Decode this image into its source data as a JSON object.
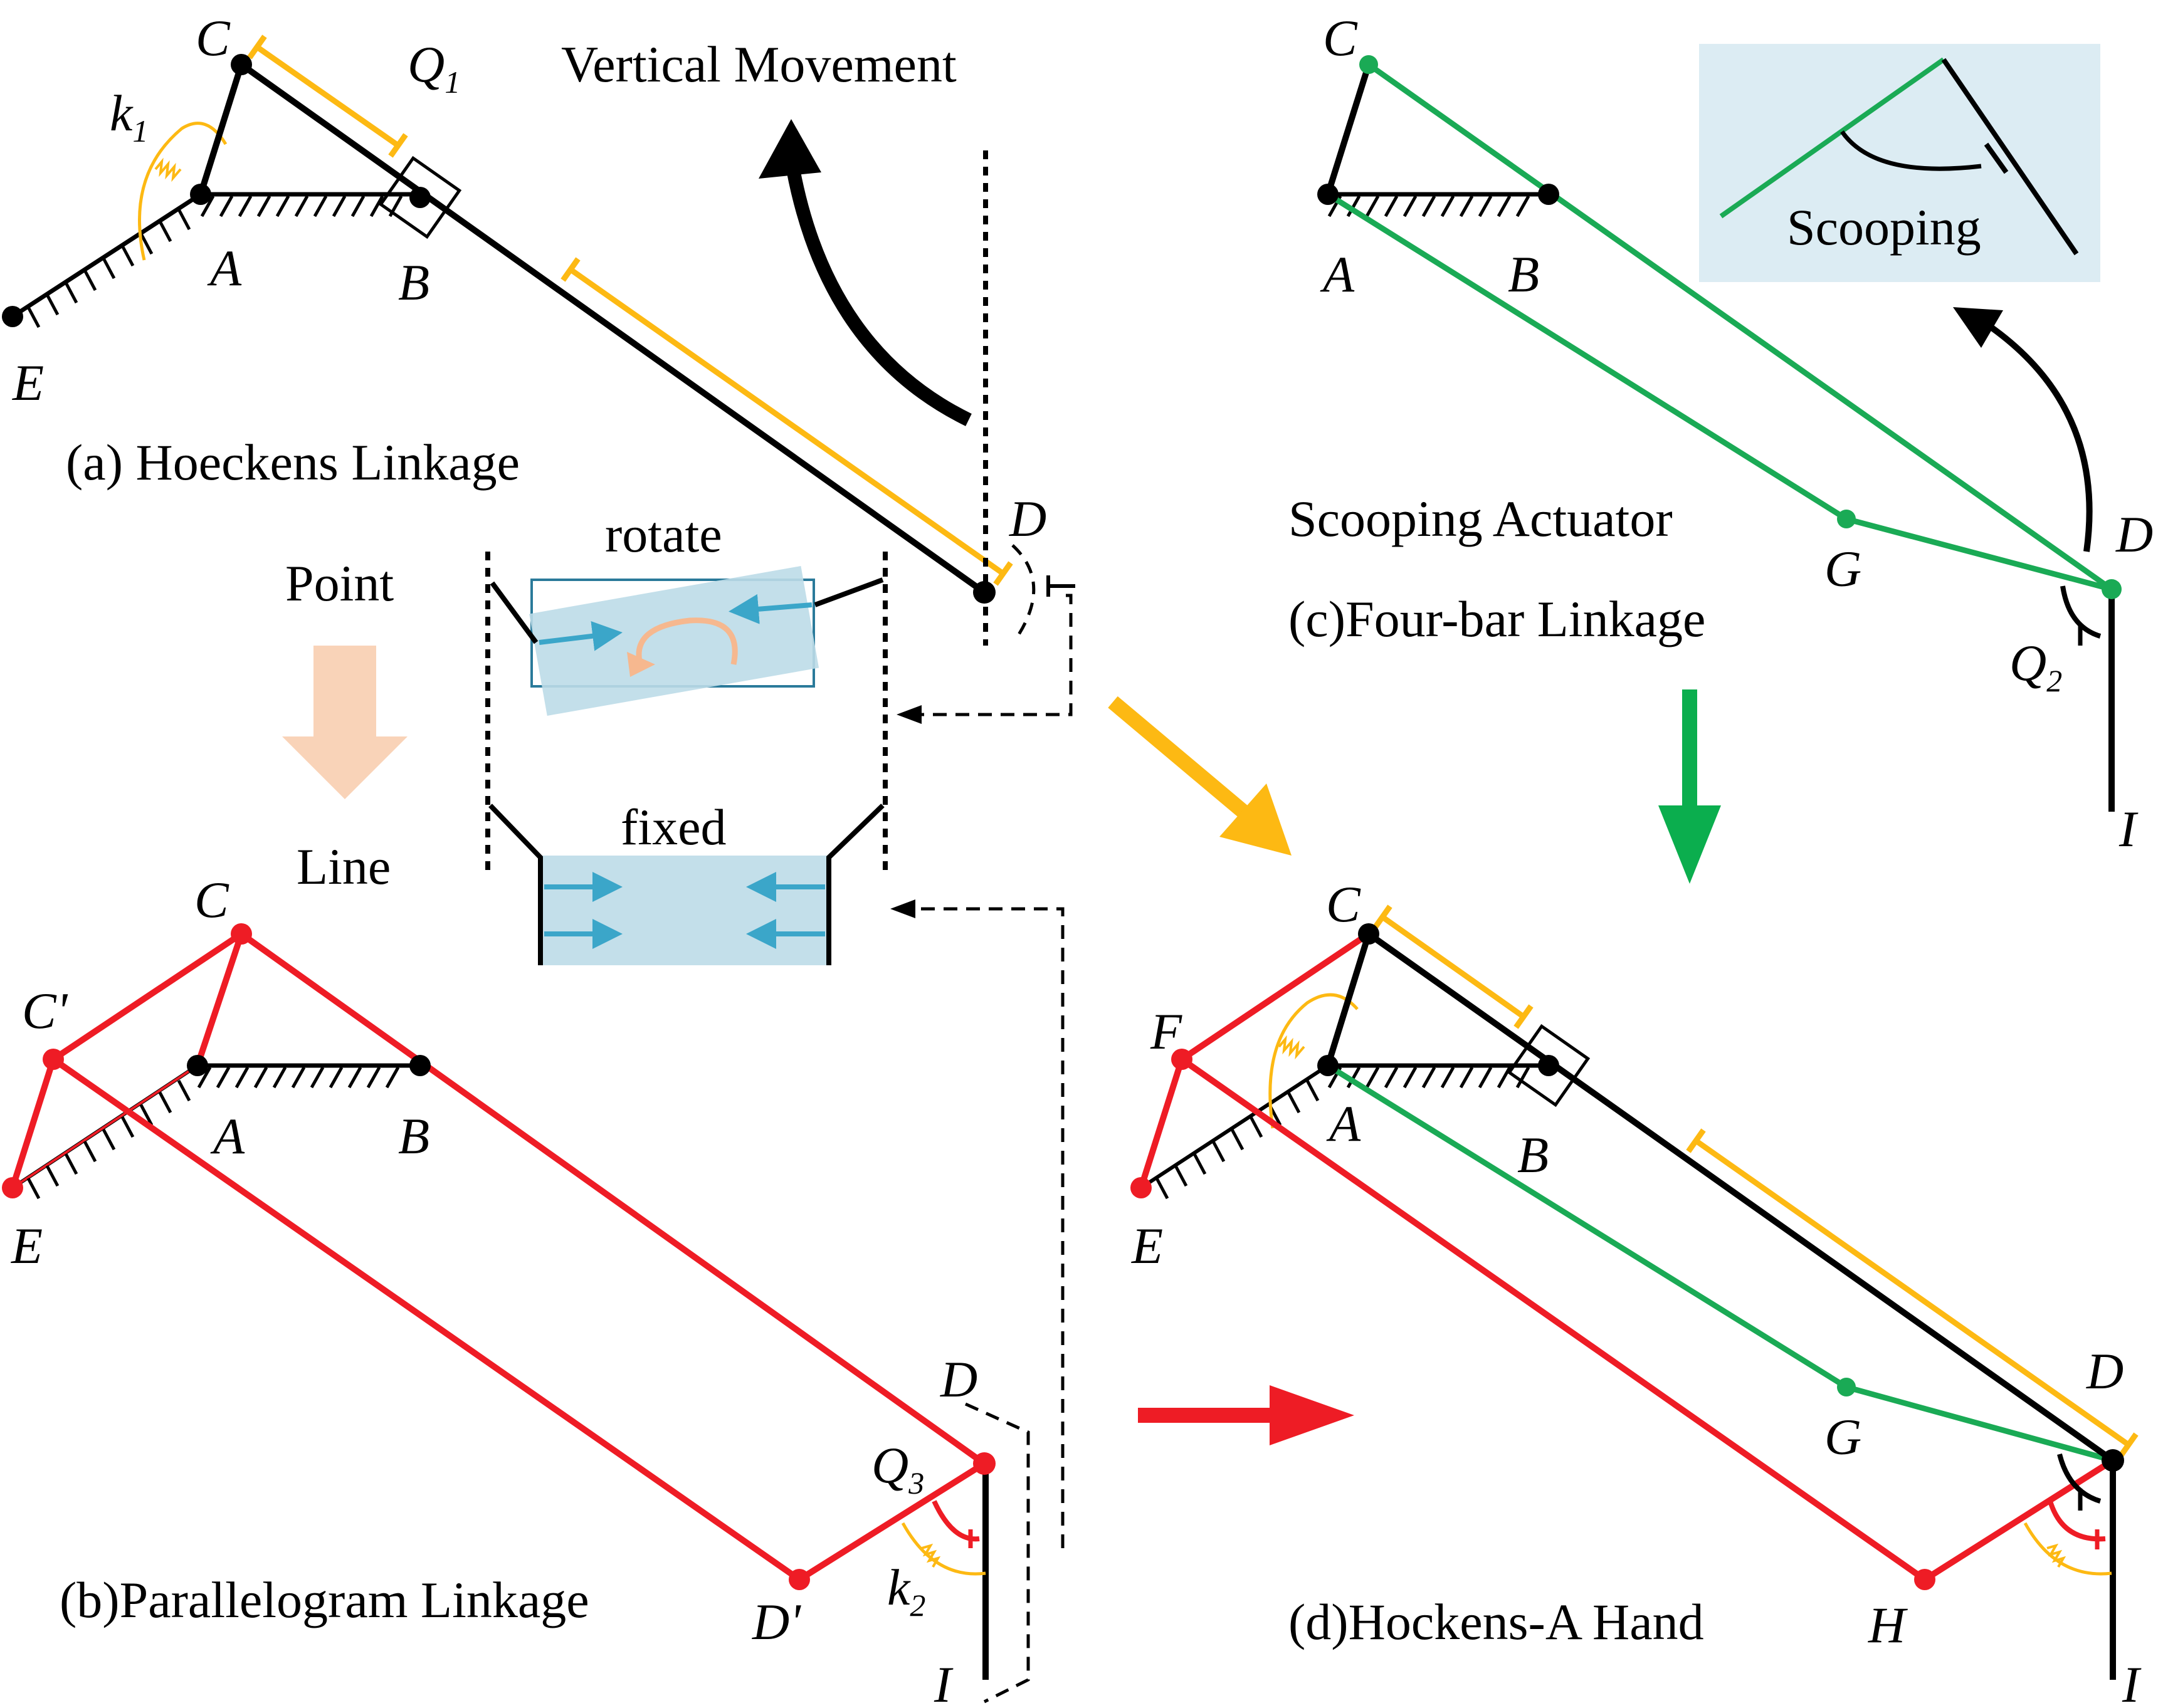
{
  "captions": {
    "a": "(a) Hoeckens Linkage",
    "b": "(b)Parallelogram Linkage",
    "c": "(c)Four-bar Linkage",
    "d": "(d)Hockens-A Hand"
  },
  "annotations": {
    "vertical_movement": "Vertical Movement",
    "scooping": "Scooping",
    "scooping_actuator": "Scooping Actuator",
    "point": "Point",
    "line": "Line",
    "rotate": "rotate",
    "fixed": "fixed"
  },
  "points": {
    "A": "A",
    "B": "B",
    "C": "C",
    "D": "D",
    "E": "E",
    "F": "F",
    "G": "G",
    "H": "H",
    "I": "I",
    "C_prime": "C'",
    "D_prime": "D'"
  },
  "symbols": {
    "Q1": {
      "base": "Q",
      "sub": "1"
    },
    "Q2": {
      "base": "Q",
      "sub": "2"
    },
    "Q3": {
      "base": "Q",
      "sub": "3"
    },
    "k1": {
      "base": "k",
      "sub": "1"
    },
    "k2": {
      "base": "k",
      "sub": "2"
    }
  },
  "colors": {
    "black_link": "#000000",
    "yellow_link": "#FDB913",
    "green_link": "#1AAA55",
    "red_link": "#EE1C25",
    "blue_arrow": "#3BA6C9",
    "blue_box": "#BCDCE8",
    "light_blue_panel": "#DCECF3",
    "peach_arrow": "#F9D3B8",
    "orange_curve": "#F6B88F",
    "gold_arrow": "#FDB913",
    "green_arrow": "#0BAE4E",
    "red_arrow": "#EE1C25"
  }
}
